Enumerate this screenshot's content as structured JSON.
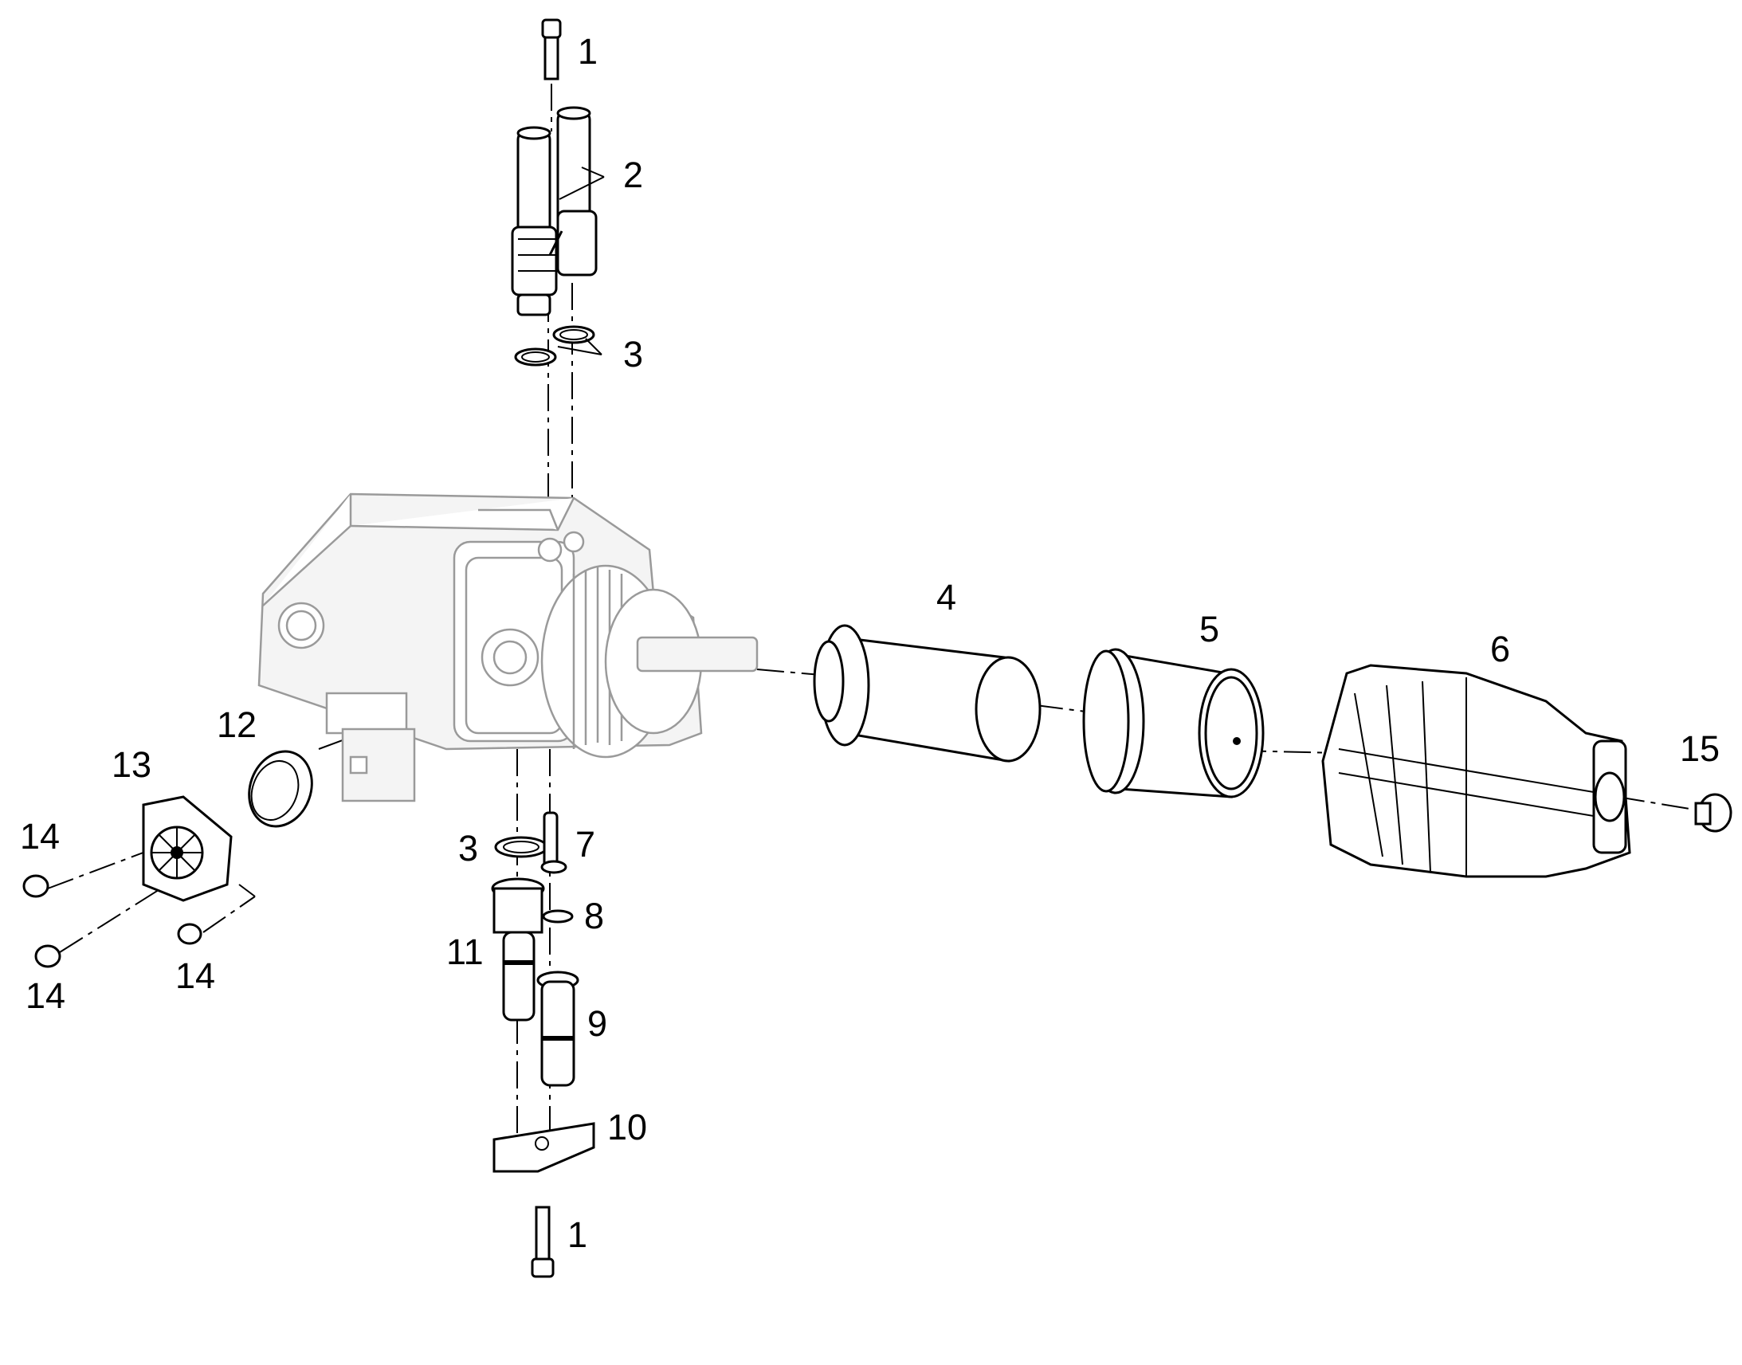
{
  "callouts": [
    {
      "id": "c1a",
      "text": "1"
    },
    {
      "id": "c2",
      "text": "2"
    },
    {
      "id": "c3a",
      "text": "3"
    },
    {
      "id": "c4",
      "text": "4"
    },
    {
      "id": "c5",
      "text": "5"
    },
    {
      "id": "c6",
      "text": "6"
    },
    {
      "id": "c12",
      "text": "12"
    },
    {
      "id": "c13",
      "text": "13"
    },
    {
      "id": "c14a",
      "text": "14"
    },
    {
      "id": "c15",
      "text": "15"
    },
    {
      "id": "c3b",
      "text": "3"
    },
    {
      "id": "c7",
      "text": "7"
    },
    {
      "id": "c8",
      "text": "8"
    },
    {
      "id": "c11",
      "text": "11"
    },
    {
      "id": "c14b",
      "text": "14"
    },
    {
      "id": "c14c",
      "text": "14"
    },
    {
      "id": "c9",
      "text": "9"
    },
    {
      "id": "c10",
      "text": "10"
    },
    {
      "id": "c1b",
      "text": "1"
    }
  ]
}
